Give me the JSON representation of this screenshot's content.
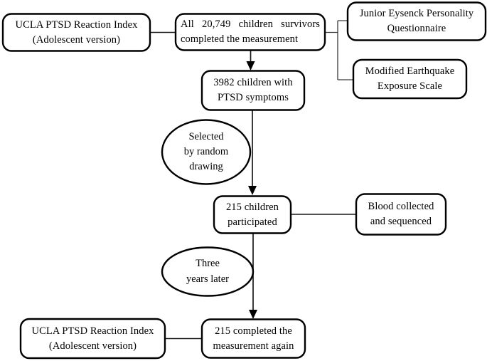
{
  "diagram": {
    "type": "flowchart",
    "title": "Study participant flow diagram",
    "background_color": "#ffffff",
    "stroke_color": "#000000",
    "nodes": [
      {
        "id": "ucla-top",
        "shape": "rounded-rect",
        "lines": [
          "UCLA PTSD Reaction Index",
          "(Adolescent version)"
        ]
      },
      {
        "id": "all-survivors",
        "shape": "rounded-rect",
        "lines": [
          "All 20,749 children survivors",
          "completed the measurement"
        ]
      },
      {
        "id": "jepq",
        "shape": "rounded-rect",
        "lines": [
          "Junior Eysenck Personality",
          "Questionnaire"
        ]
      },
      {
        "id": "mees",
        "shape": "rounded-rect",
        "lines": [
          "Modified Earthquake",
          "Exposure Scale"
        ]
      },
      {
        "id": "ptsd-symptoms",
        "shape": "rounded-rect",
        "lines": [
          "3982 children with",
          "PTSD symptoms"
        ]
      },
      {
        "id": "random-draw",
        "shape": "ellipse",
        "lines": [
          "Selected",
          "by random",
          "drawing"
        ]
      },
      {
        "id": "participated",
        "shape": "rounded-rect",
        "lines": [
          "215 children",
          "participated"
        ]
      },
      {
        "id": "blood",
        "shape": "rounded-rect",
        "lines": [
          "Blood  collected",
          "and sequenced"
        ]
      },
      {
        "id": "three-years",
        "shape": "ellipse",
        "lines": [
          "Three",
          "years later"
        ]
      },
      {
        "id": "ucla-bottom",
        "shape": "rounded-rect",
        "lines": [
          "UCLA PTSD Reaction Index",
          "(Adolescent version)"
        ]
      },
      {
        "id": "completed-again",
        "shape": "rounded-rect",
        "lines": [
          "215  completed  the",
          "measurement again"
        ]
      }
    ],
    "edges": [
      {
        "from": "ucla-top",
        "to": "all-survivors",
        "kind": "line"
      },
      {
        "from": "all-survivors",
        "to": "jepq",
        "kind": "bracket"
      },
      {
        "from": "all-survivors",
        "to": "mees",
        "kind": "bracket"
      },
      {
        "from": "all-survivors",
        "to": "ptsd-symptoms",
        "kind": "arrow"
      },
      {
        "from": "ptsd-symptoms",
        "to": "participated",
        "kind": "arrow"
      },
      {
        "from": "participated",
        "to": "blood",
        "kind": "line"
      },
      {
        "from": "participated",
        "to": "completed-again",
        "kind": "arrow"
      },
      {
        "from": "ucla-bottom",
        "to": "completed-again",
        "kind": "line"
      }
    ]
  },
  "labels": {
    "ucla_top_l1": "UCLA PTSD Reaction Index",
    "ucla_top_l2": "(Adolescent version)",
    "all_survivors_l1": "All 20,749 children survivors",
    "all_survivors_l2": "completed the measurement",
    "jepq_l1": "Junior Eysenck Personality",
    "jepq_l2": "Questionnaire",
    "mees_l1": "Modified Earthquake",
    "mees_l2": "Exposure Scale",
    "ptsd_l1": "3982 children with",
    "ptsd_l2": "PTSD symptoms",
    "random_l1": "Selected",
    "random_l2": "by random",
    "random_l3": "drawing",
    "participated_l1": "215 children",
    "participated_l2": "participated",
    "blood_l1": "Blood  collected",
    "blood_l2": "and sequenced",
    "three_years_l1": "Three",
    "three_years_l2": "years later",
    "ucla_bottom_l1": "UCLA PTSD Reaction Index",
    "ucla_bottom_l2": "(Adolescent version)",
    "completed_l1": "215  completed  the",
    "completed_l2": "measurement again"
  }
}
